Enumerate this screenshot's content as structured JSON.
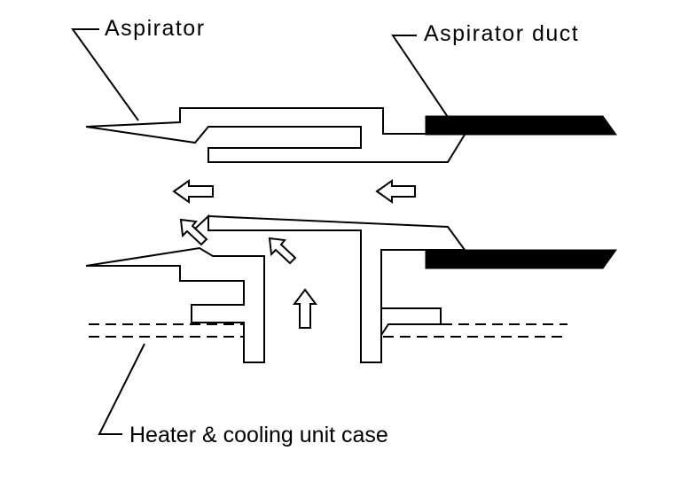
{
  "labels": {
    "aspirator": "Aspirator",
    "aspirator_duct": "Aspirator duct",
    "heater_cooling_case": "Heater & cooling unit case"
  },
  "colors": {
    "ink": "#000000",
    "background": "#ffffff"
  }
}
